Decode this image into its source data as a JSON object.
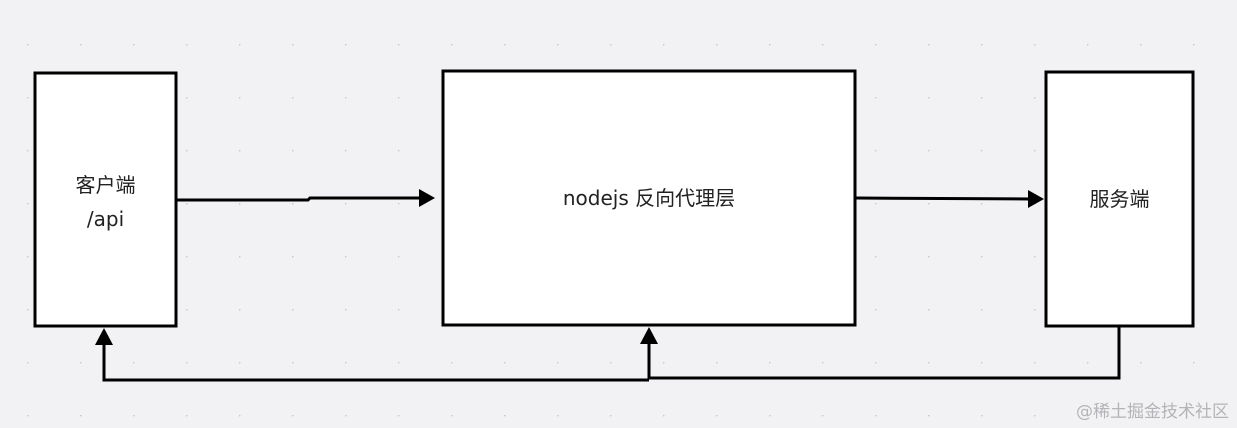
{
  "nodes": {
    "client": {
      "line1": "客户端",
      "line2": "/api"
    },
    "proxy": {
      "label": "nodejs 反向代理层"
    },
    "server": {
      "label": "服务端"
    }
  },
  "watermark": "@稀土掘金技术社区"
}
